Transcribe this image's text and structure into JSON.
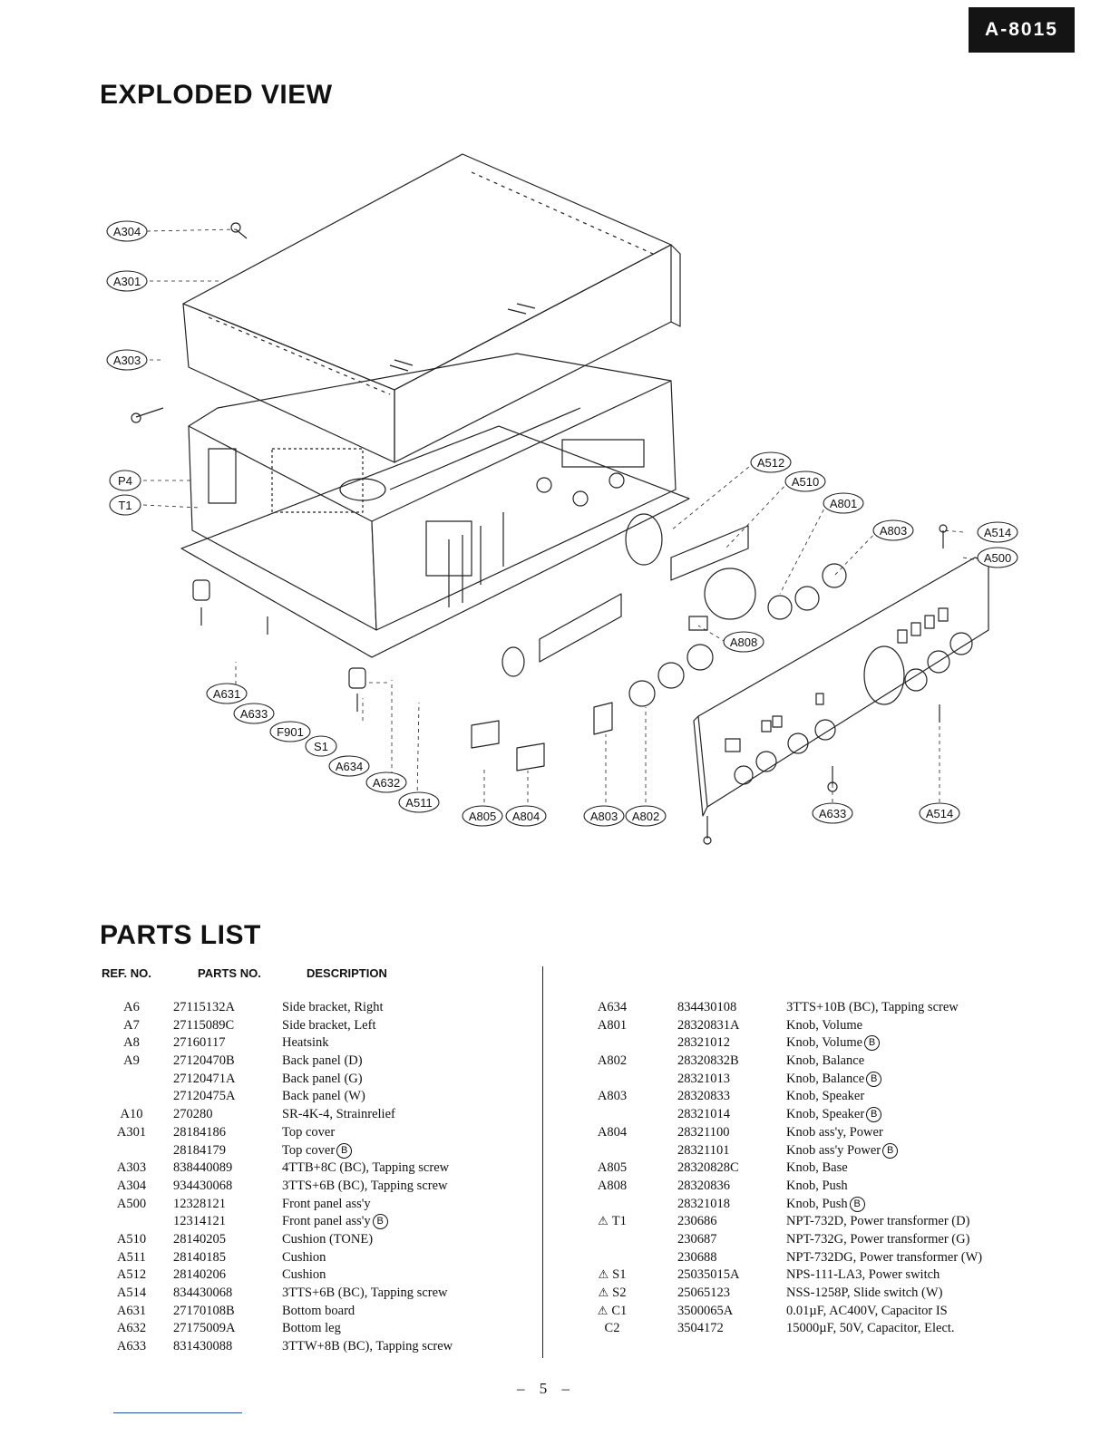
{
  "header": {
    "model": "A-8015"
  },
  "exploded_view": {
    "title": "EXPLODED VIEW",
    "callouts": [
      "A304",
      "A301",
      "A303",
      "P4",
      "T1",
      "A512",
      "A510",
      "A801",
      "A803",
      "A514",
      "A500",
      "A808",
      "A631",
      "A633",
      "F901",
      "S1",
      "A634",
      "A632",
      "A511",
      "A805",
      "A804",
      "A803",
      "A802",
      "A633",
      "A514"
    ]
  },
  "parts_list": {
    "title": "PARTS LIST",
    "headers": {
      "ref": "REF. NO.",
      "parts": "PARTS NO.",
      "desc": "DESCRIPTION"
    },
    "left": [
      {
        "ref": "A6",
        "parts": "27115132A",
        "desc": "Side bracket, Right"
      },
      {
        "ref": "A7",
        "parts": "27115089C",
        "desc": "Side bracket, Left"
      },
      {
        "ref": "A8",
        "parts": "27160117",
        "desc": "Heatsink"
      },
      {
        "ref": "A9",
        "parts": "27120470B",
        "desc": "Back panel (D)"
      },
      {
        "ref": "",
        "parts": "27120471A",
        "desc": "Back panel (G)"
      },
      {
        "ref": "",
        "parts": "27120475A",
        "desc": "Back panel (W)"
      },
      {
        "ref": "A10",
        "parts": "270280",
        "desc": "SR-4K-4, Strainrelief"
      },
      {
        "ref": "A301",
        "parts": "28184186",
        "desc": "Top cover"
      },
      {
        "ref": "",
        "parts": "28184179",
        "desc": "Top cover",
        "mark": "B"
      },
      {
        "ref": "A303",
        "parts": "838440089",
        "desc": "4TTB+8C (BC), Tapping screw"
      },
      {
        "ref": "A304",
        "parts": "934430068",
        "desc": "3TTS+6B (BC), Tapping screw"
      },
      {
        "ref": "A500",
        "parts": "12328121",
        "desc": "Front panel ass'y"
      },
      {
        "ref": "",
        "parts": "12314121",
        "desc": "Front panel ass'y",
        "mark": "B"
      },
      {
        "ref": "A510",
        "parts": "28140205",
        "desc": "Cushion (TONE)"
      },
      {
        "ref": "A511",
        "parts": "28140185",
        "desc": "Cushion"
      },
      {
        "ref": "A512",
        "parts": "28140206",
        "desc": "Cushion"
      },
      {
        "ref": "A514",
        "parts": "834430068",
        "desc": "3TTS+6B (BC), Tapping screw"
      },
      {
        "ref": "A631",
        "parts": "27170108B",
        "desc": "Bottom board"
      },
      {
        "ref": "A632",
        "parts": "27175009A",
        "desc": "Bottom leg"
      },
      {
        "ref": "A633",
        "parts": "831430088",
        "desc": "3TTW+8B (BC), Tapping screw"
      }
    ],
    "right": [
      {
        "ref": "A634",
        "parts": "834430108",
        "desc": "3TTS+10B (BC), Tapping screw"
      },
      {
        "ref": "A801",
        "parts": "28320831A",
        "desc": "Knob, Volume"
      },
      {
        "ref": "",
        "parts": "28321012",
        "desc": "Knob, Volume",
        "mark": "B"
      },
      {
        "ref": "A802",
        "parts": "28320832B",
        "desc": "Knob, Balance"
      },
      {
        "ref": "",
        "parts": "28321013",
        "desc": "Knob, Balance",
        "mark": "B"
      },
      {
        "ref": "A803",
        "parts": "28320833",
        "desc": "Knob, Speaker"
      },
      {
        "ref": "",
        "parts": "28321014",
        "desc": "Knob, Speaker",
        "mark": "B"
      },
      {
        "ref": "A804",
        "parts": "28321100",
        "desc": "Knob ass'y, Power"
      },
      {
        "ref": "",
        "parts": "28321101",
        "desc": "Knob ass'y Power",
        "mark": "B"
      },
      {
        "ref": "A805",
        "parts": "28320828C",
        "desc": "Knob, Base"
      },
      {
        "ref": "A808",
        "parts": "28320836",
        "desc": "Knob, Push"
      },
      {
        "ref": "",
        "parts": "28321018",
        "desc": "Knob, Push",
        "mark": "B"
      },
      {
        "ref": "T1",
        "safety": true,
        "parts": "230686",
        "desc": "NPT-732D, Power transformer (D)"
      },
      {
        "ref": "",
        "parts": "230687",
        "desc": "NPT-732G, Power transformer (G)"
      },
      {
        "ref": "",
        "parts": "230688",
        "desc": "NPT-732DG, Power transformer (W)"
      },
      {
        "ref": "S1",
        "safety": true,
        "parts": "25035015A",
        "desc": "NPS-111-LA3, Power switch"
      },
      {
        "ref": "S2",
        "safety": true,
        "parts": "25065123",
        "desc": "NSS-1258P, Slide switch (W)"
      },
      {
        "ref": "C1",
        "safety": true,
        "parts": "3500065A",
        "desc": "0.01µF, AC400V, Capacitor IS"
      },
      {
        "ref": "C2",
        "parts": "3504172",
        "desc": "15000µF, 50V, Capacitor, Elect."
      }
    ]
  },
  "footer": {
    "page": "– 5 –"
  }
}
